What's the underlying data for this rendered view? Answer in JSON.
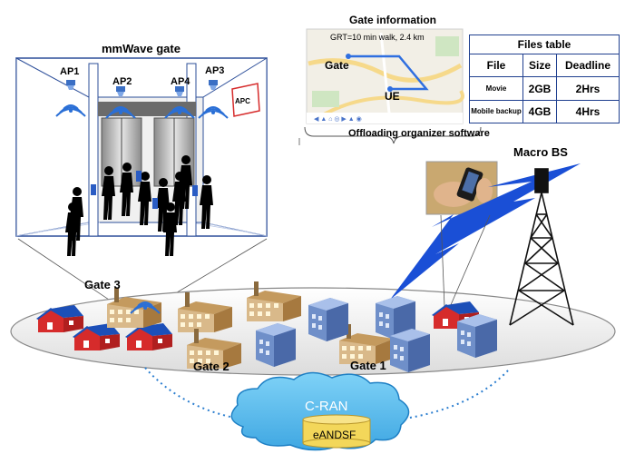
{
  "title_mmwave": "mmWave gate",
  "access_points": [
    "AP1",
    "AP2",
    "AP4",
    "AP3"
  ],
  "apc_label": "APC",
  "gate_info": {
    "title": "Gate information",
    "grt": "GRT=10 min walk, 2.4 km",
    "gate_label": "Gate",
    "ue_label": "UE"
  },
  "files_table": {
    "title": "Files table",
    "headers": [
      "File",
      "Size",
      "Deadline"
    ],
    "rows": [
      {
        "file": "Movie",
        "size": "2GB",
        "deadline": "2Hrs"
      },
      {
        "file": "Mobile backup",
        "size": "4GB",
        "deadline": "4Hrs"
      }
    ]
  },
  "offloading_label": "Offloading organizer software",
  "macro_bs": "Macro BS",
  "gates": {
    "g3": "Gate 3",
    "g2": "Gate 2",
    "g1": "Gate 1"
  },
  "cran": {
    "label": "C-RAN",
    "db": "eANDSF"
  },
  "colors": {
    "lightning": "#1a4fd6",
    "cloud": "#58c0f0",
    "db": "#f3d75a",
    "house_roof": "#1c4fb8",
    "house_wall": "#d62b2b",
    "tower": "#111111"
  }
}
